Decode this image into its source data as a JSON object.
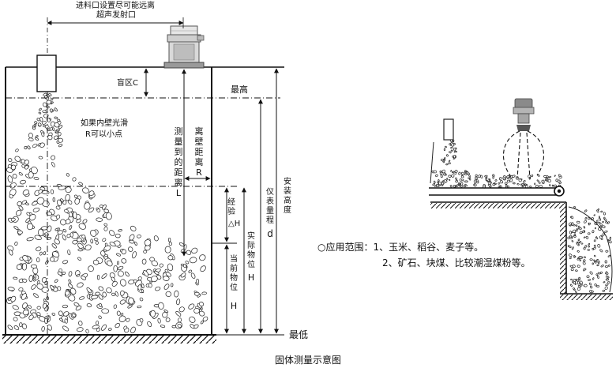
{
  "labels": {
    "inlet_note_line1": "进料口设置尽可能远离",
    "inlet_note_line2": "超声发射口",
    "blind_zone": "盲区C",
    "wall_note_line1": "如果内壁光滑",
    "wall_note_line2": "R可以小点",
    "measured_distance": "测量到的距离L",
    "wall_distance": "离壁距离R",
    "highest": "最高",
    "lowest": "最低",
    "install_height": "安装高度",
    "range": "仪表量程",
    "range_symbol": "d",
    "experience": "经验",
    "delta_h": "△H",
    "actual_level": "实际物位",
    "actual_level_symbol": "H",
    "current_level": "当前物位",
    "current_level_symbol": "H"
  },
  "applications": {
    "prefix": "○应用范围：",
    "line1": "1、玉米、稻谷、麦子等。",
    "line2": "2、矿石、块煤、比较潮湿煤粉等。"
  },
  "caption": "固体测量示意图"
}
